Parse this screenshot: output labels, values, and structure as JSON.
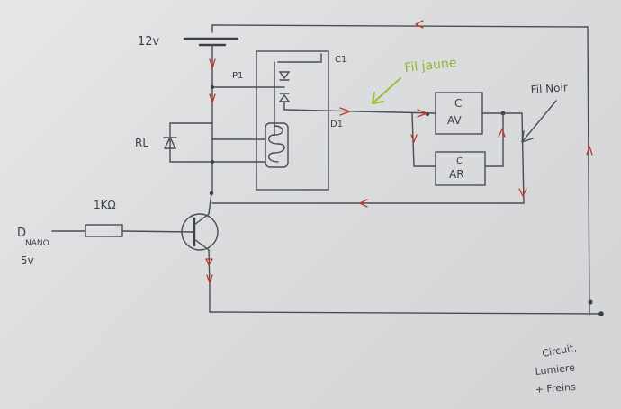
{
  "labels": {
    "supply": "12v",
    "relay_pin_p": "P1",
    "relay_pin_c": "C1",
    "relay_pin_d": "D1",
    "relay": "RL",
    "resistor": "1KΩ",
    "input_d": "D",
    "input_nano": "NANO",
    "input_volt": "5v",
    "yellow_wire": "Fil jaune",
    "black_wire": "Fil Noir",
    "load_front_c": "C",
    "load_front": "AV",
    "load_rear_c": "C",
    "load_rear": "AR",
    "circuit_line1": "Circuit,",
    "circuit_line2": "Lumiere",
    "circuit_line3": "+ Freins"
  },
  "colors": {
    "wire": "#4a4d52",
    "current_arrows": "#c2352b",
    "annotation_green": "#9cc23a"
  }
}
